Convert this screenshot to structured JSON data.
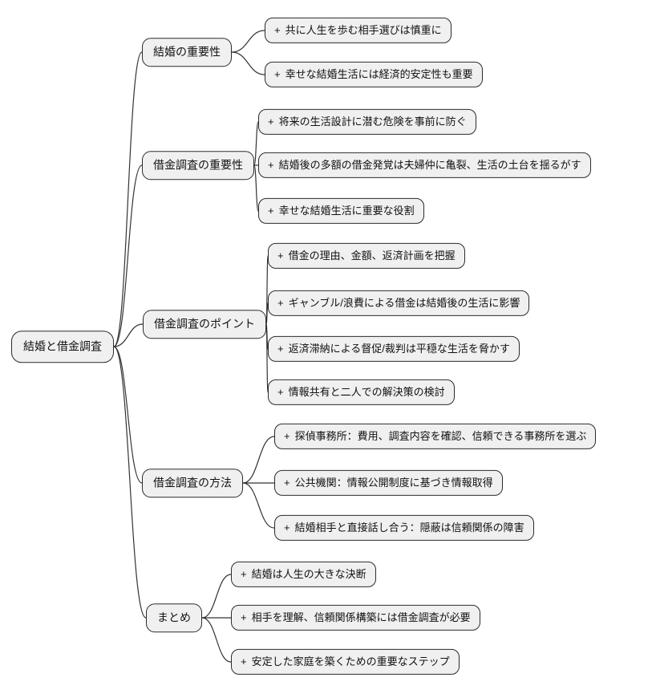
{
  "diagram": {
    "type": "mindmap",
    "expand_icon": "+",
    "root": {
      "label": "結婚と借金調査"
    },
    "branches": [
      {
        "label": "結婚の重要性",
        "children": [
          "共に人生を歩む相手選びは慎重に",
          "幸せな結婚生活には経済的安定性も重要"
        ]
      },
      {
        "label": "借金調査の重要性",
        "children": [
          "将来の生活設計に潜む危険を事前に防ぐ",
          "結婚後の多額の借金発覚は夫婦仲に亀裂、生活の土台を揺るがす",
          "幸せな結婚生活に重要な役割"
        ]
      },
      {
        "label": "借金調査のポイント",
        "children": [
          "借金の理由、金額、返済計画を把握",
          "ギャンブル/浪費による借金は結婚後の生活に影響",
          "返済滞納による督促/裁判は平穏な生活を脅かす",
          "情報共有と二人での解決策の検討"
        ]
      },
      {
        "label": "借金調査の方法",
        "children": [
          "探偵事務所：費用、調査内容を確認、信頼できる事務所を選ぶ",
          "公共機関：情報公開制度に基づき情報取得",
          "結婚相手と直接話し合う：隠蔽は信頼関係の障害"
        ]
      },
      {
        "label": "まとめ",
        "children": [
          "結婚は人生の大きな決断",
          "相手を理解、信頼関係構築には借金調査が必要",
          "安定した家庭を築くための重要なステップ"
        ]
      }
    ],
    "colors": {
      "node_fill": "#f0f0f0",
      "node_border": "#2b2b2b",
      "connector": "#333333",
      "background": "#ffffff",
      "text": "#111111"
    }
  }
}
